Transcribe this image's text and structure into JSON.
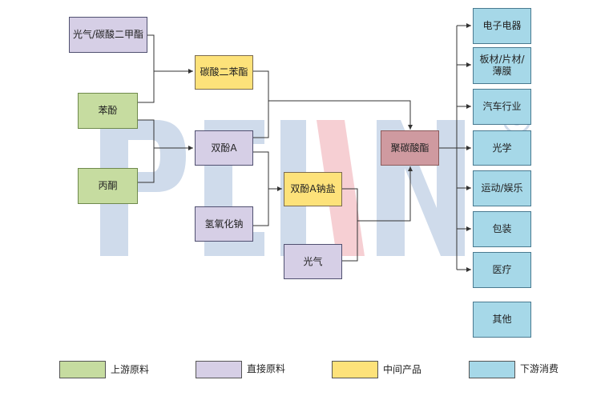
{
  "nodes": {
    "phosgene_dmc": "光气/碳酸二甲酯",
    "phenol": "苯酚",
    "acetone": "丙酮",
    "dpc": "碳酸二苯酯",
    "bpa": "双酚A",
    "naoh": "氢氧化钠",
    "bpa_sodium": "双酚A钠盐",
    "phosgene": "光气",
    "pc": "聚碳酸酯",
    "electronics": "电子电器",
    "sheet_film": "板材/片材/薄膜",
    "automotive": "汽车行业",
    "optics": "光学",
    "sports": "运动/娱乐",
    "packaging": "包装",
    "medical": "医疗",
    "others": "其他"
  },
  "legend": {
    "upstream": "上游原料",
    "direct": "直接原料",
    "intermediate": "中间产品",
    "downstream": "下游消费"
  },
  "colors": {
    "upstream": "#c6dca0",
    "direct": "#d6cfe6",
    "intermediate": "#fde27a",
    "product": "#cf9aa0",
    "downstream": "#a6d8e8",
    "watermark_blue": "#a9bfdc",
    "watermark_red": "#f0a8b0"
  },
  "watermark": {
    "registered": "®"
  }
}
